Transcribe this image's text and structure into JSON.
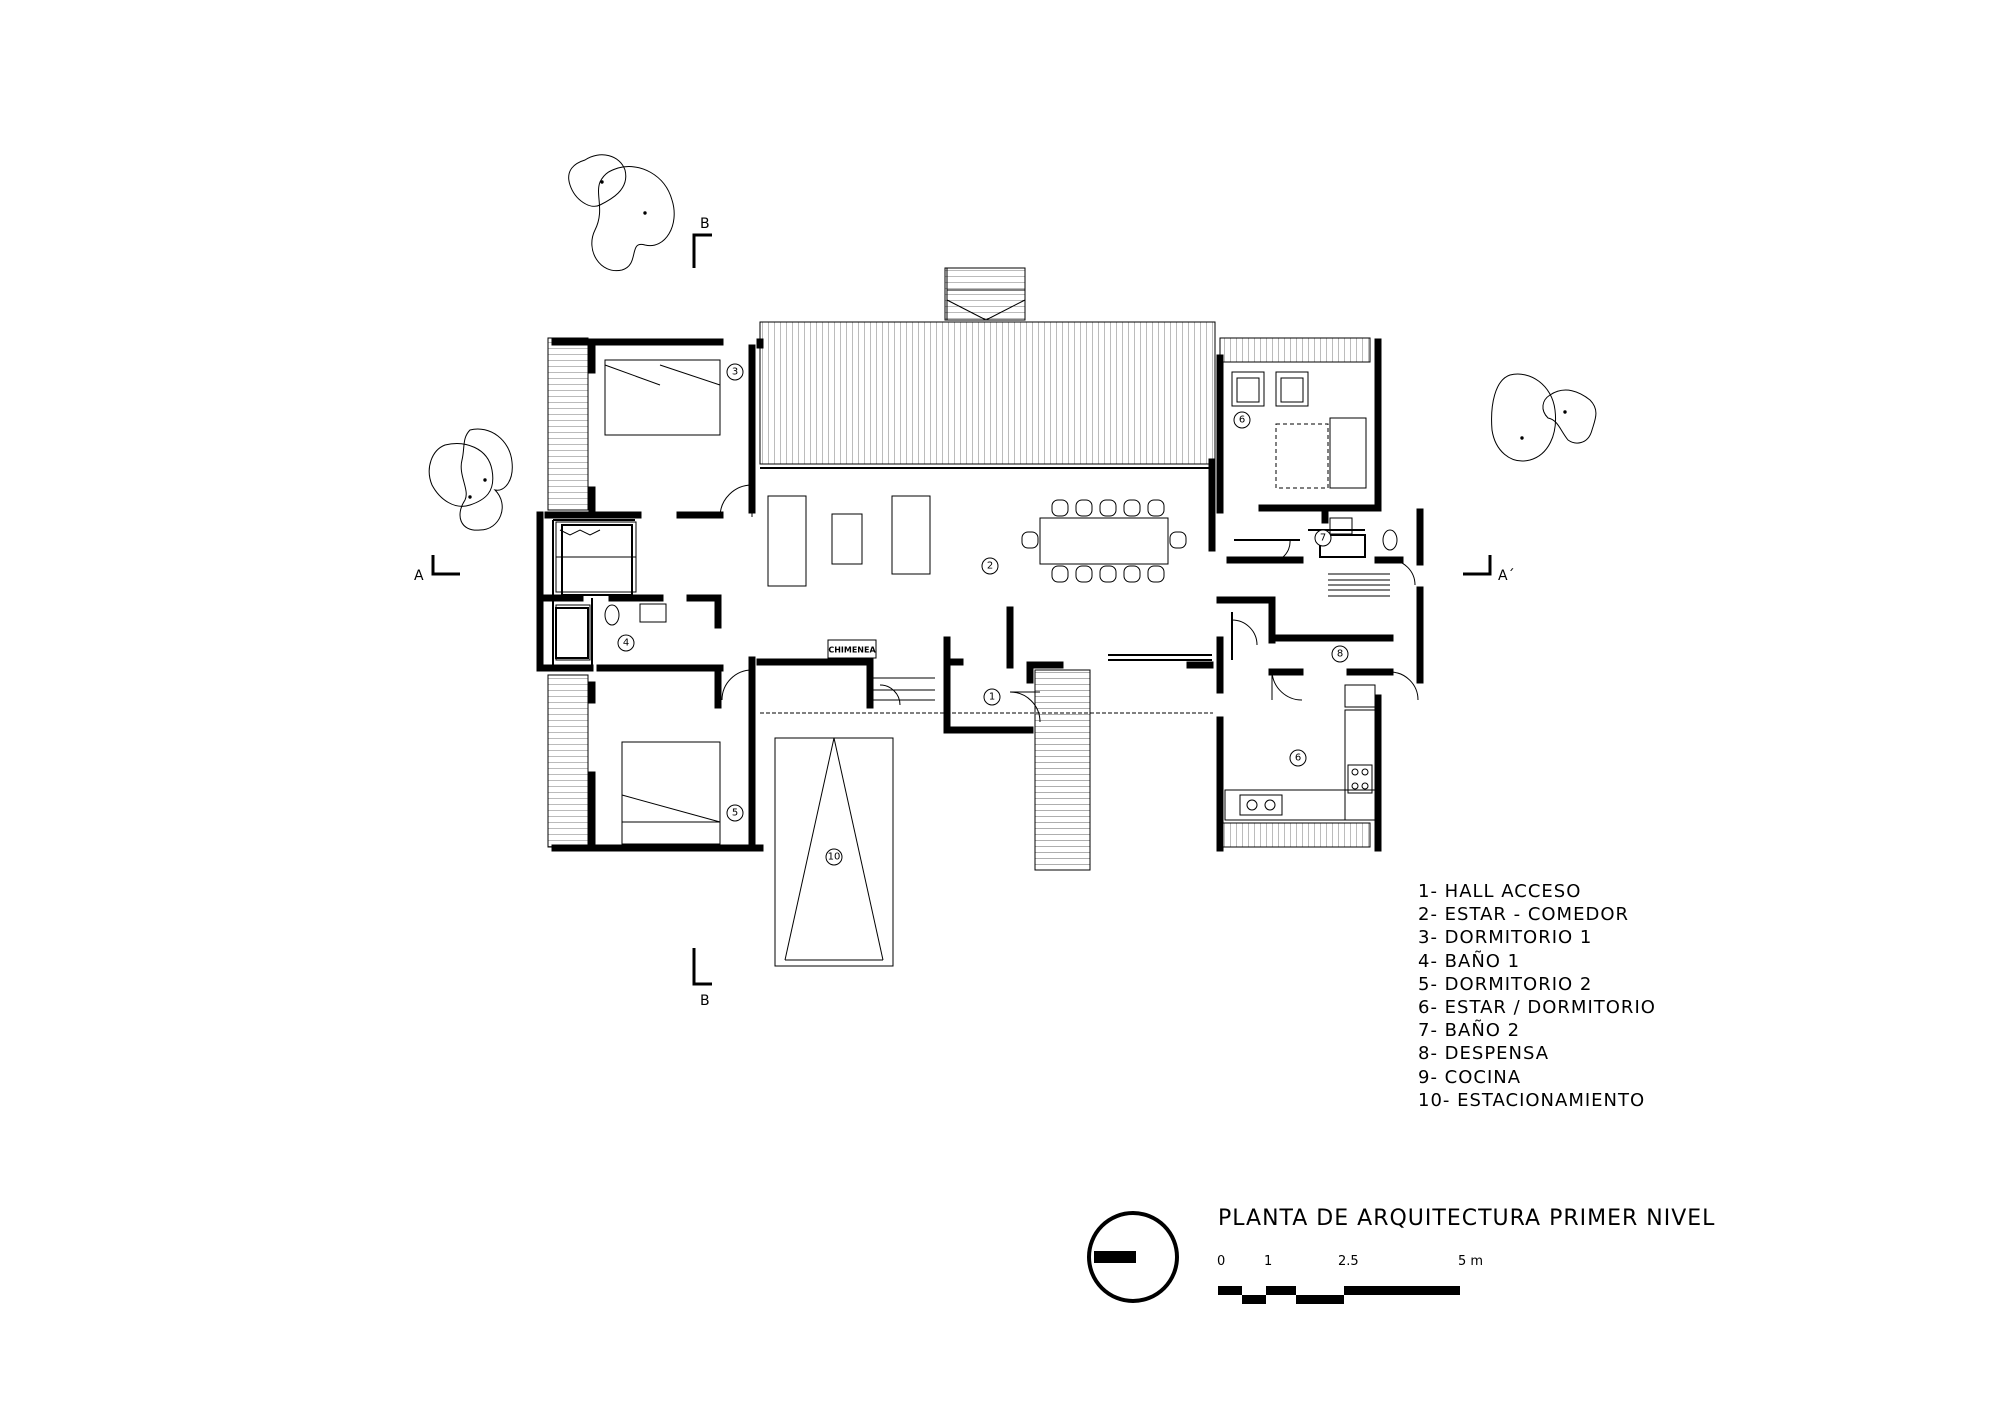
{
  "legend": [
    "1- HALL ACCESO",
    "2- ESTAR - COMEDOR",
    "3- DORMITORIO 1",
    "4- BAÑO 1",
    "5- DORMITORIO 2",
    "6- ESTAR / DORMITORIO",
    "7- BAÑO 2",
    "8- DESPENSA",
    "9- COCINA",
    "10- ESTACIONAMIENTO"
  ],
  "title": "PLANTA DE ARQUITECTURA PRIMER NIVEL",
  "scale": {
    "labels": [
      "0",
      "1",
      "2.5",
      "5 m"
    ]
  },
  "room_numbers": {
    "r1": "1",
    "r2": "2",
    "r3": "3",
    "r4": "4",
    "r5": "5",
    "r6a": "6",
    "r6b": "6",
    "r7": "7",
    "r8": "8",
    "r10": "10"
  },
  "section_marks": {
    "a": "A",
    "a_prime": "A´",
    "b_top": "B",
    "b_bottom": "B"
  },
  "fireplace_label": "CHIMENEA"
}
